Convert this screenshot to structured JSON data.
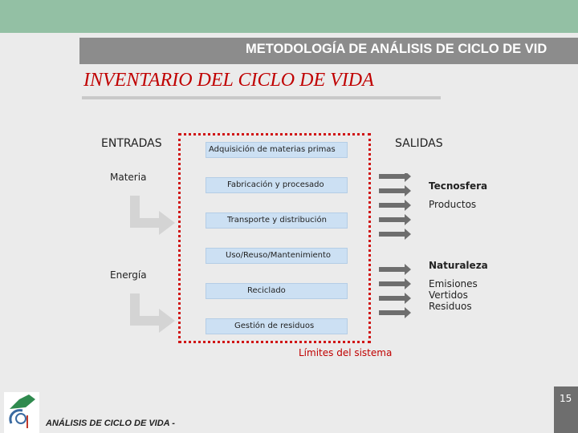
{
  "header": {
    "title": "METODOLOGÍA DE ANÁLISIS DE CICLO DE VID"
  },
  "subtitle": "INVENTARIO DEL CICLO DE VIDA",
  "inputs": {
    "heading": "ENTRADAS",
    "items": [
      "Materia",
      "Energía"
    ]
  },
  "outputs": {
    "heading": "SALIDAS",
    "tecnosfera": {
      "heading": "Tecnosfera",
      "items": [
        "Productos"
      ]
    },
    "naturaleza": {
      "heading": "Naturaleza",
      "items": [
        "Emisiones",
        "Vertidos",
        "Residuos"
      ]
    }
  },
  "stages": [
    "Adquisición de materias primas",
    "Fabricación y procesado",
    "Transporte y distribución",
    "Uso/Reuso/Mantenimiento",
    "Reciclado",
    "Gestión de residuos"
  ],
  "system_boundary_label": "Límites del sistema",
  "footer": {
    "text": "ANÁLISIS DE CICLO DE VIDA -",
    "page_number": "15"
  },
  "colors": {
    "top_band": "#93c0a4",
    "header_band": "#8c8c8c",
    "subtitle": "#c00000",
    "stage_fill": "#cce0f3",
    "boundary": "#d01414",
    "arrow": "#6e6e6e",
    "elbow_arrow": "#d4d4d4"
  }
}
